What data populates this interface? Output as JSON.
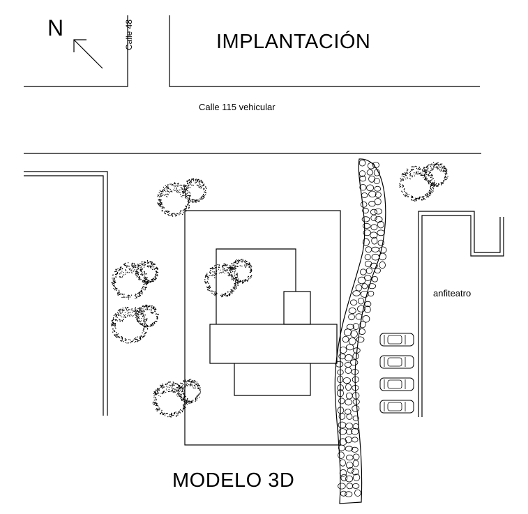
{
  "diagram": {
    "title": "IMPLANTACIÓN",
    "north_label": "N",
    "street_vertical_label": "Calle 48",
    "street_main_label": "Calle 115 vehicular",
    "amphitheater_label": "anfiteatro",
    "model_label": "MODELO 3D"
  },
  "icons": {
    "north_arrow": "north-arrow-icon",
    "tree": "tree-icon",
    "car": "car-icon",
    "stone_path": "stone-path-icon"
  },
  "colors": {
    "ink": "#000000",
    "background": "#ffffff"
  }
}
